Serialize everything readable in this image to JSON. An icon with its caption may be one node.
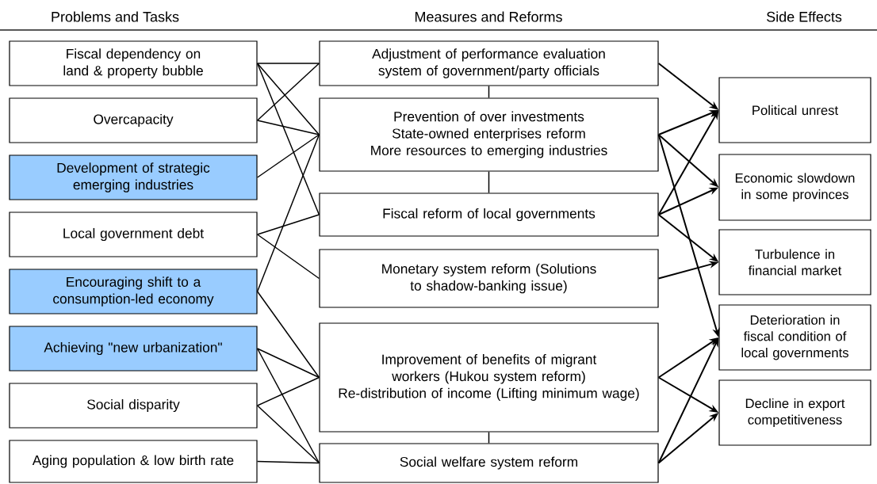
{
  "diagram": {
    "nodes": [
      {
        "text": [
          "Fiscal dependency on land & property bubble"
        ]
      },
      {
        "text": [
          "Overcapacity"
        ]
      },
      {
        "text": [
          "Development of strategic emerging industries"
        ]
      },
      {
        "text": [
          "Local government debt"
        ]
      },
      {
        "text": [
          "Encouraging shift to a consumption-led economy"
        ]
      },
      {
        "text": [
          "Achieving \"new urbanization\""
        ]
      },
      {
        "text": [
          "Social disparity"
        ]
      },
      {
        "text": [
          "Aging population & low birth rate"
        ]
      },
      {
        "text": [
          "Adjustment of performance evaluation system of government/party officials"
        ]
      },
      {
        "text": [
          "Prevention of over investments",
          "State-owned enterprises reform",
          "More resources to emerging industries"
        ]
      },
      {
        "text": [
          "Fiscal reform of local governments"
        ]
      },
      {
        "text": [
          "Monetary system reform (Solutions to shadow-banking issue)"
        ]
      },
      {
        "text": [
          "Improvement of benefits of migrant workers (Hukou system reform)",
          "Re-distribution of income (Lifting minimum wage)"
        ]
      },
      {
        "text": [
          "Social welfare system reform"
        ]
      },
      {
        "text": [
          "Political unrest"
        ]
      },
      {
        "text": [
          "Economic slowdown in some provinces"
        ]
      },
      {
        "text": [
          "Turbulence in financial market"
        ]
      },
      {
        "text": [
          "Deterioration in fiscal condition of local governments"
        ]
      },
      {
        "text": [
          "Decline in export competitiveness"
        ]
      }
    ],
    "edges": [
      {
        "from": 0,
        "to": 8,
        "arrow": "none"
      },
      {
        "from": 0,
        "to": 9,
        "arrow": "none"
      },
      {
        "from": 0,
        "to": 10,
        "arrow": "none"
      },
      {
        "from": 1,
        "to": 8,
        "arrow": "none"
      },
      {
        "from": 1,
        "to": 9,
        "arrow": "none"
      },
      {
        "from": 2,
        "to": 9,
        "arrow": "none"
      },
      {
        "from": 3,
        "to": 10,
        "arrow": "none"
      },
      {
        "from": 3,
        "to": 11,
        "arrow": "none"
      },
      {
        "from": 4,
        "to": 9,
        "arrow": "none"
      },
      {
        "from": 4,
        "to": 12,
        "arrow": "none"
      },
      {
        "from": 5,
        "to": 12,
        "arrow": "none"
      },
      {
        "from": 5,
        "to": 13,
        "arrow": "none"
      },
      {
        "from": 6,
        "to": 12,
        "arrow": "none"
      },
      {
        "from": 6,
        "to": 13,
        "arrow": "none"
      },
      {
        "from": 7,
        "to": 13,
        "arrow": "none"
      },
      {
        "from": 8,
        "to": 9,
        "arrow": "none"
      },
      {
        "from": 9,
        "to": 10,
        "arrow": "none"
      },
      {
        "from": 12,
        "to": 13,
        "arrow": "none"
      },
      {
        "from": 8,
        "to": 14,
        "arrow": "to"
      },
      {
        "from": 9,
        "to": 14,
        "arrow": "to"
      },
      {
        "from": 9,
        "to": 15,
        "arrow": "to"
      },
      {
        "from": 9,
        "to": 17,
        "arrow": "to"
      },
      {
        "from": 10,
        "to": 14,
        "arrow": "to"
      },
      {
        "from": 10,
        "to": 15,
        "arrow": "to"
      },
      {
        "from": 10,
        "to": 16,
        "arrow": "to"
      },
      {
        "from": 11,
        "to": 16,
        "arrow": "to"
      },
      {
        "from": 12,
        "to": 17,
        "arrow": "to"
      },
      {
        "from": 12,
        "to": 18,
        "arrow": "to"
      },
      {
        "from": 13,
        "to": 17,
        "arrow": "to"
      },
      {
        "from": 13,
        "to": 18,
        "arrow": "to"
      }
    ],
    "labels": [
      "Problems and Tasks",
      "Measures and Reforms",
      "Side Effects"
    ]
  }
}
